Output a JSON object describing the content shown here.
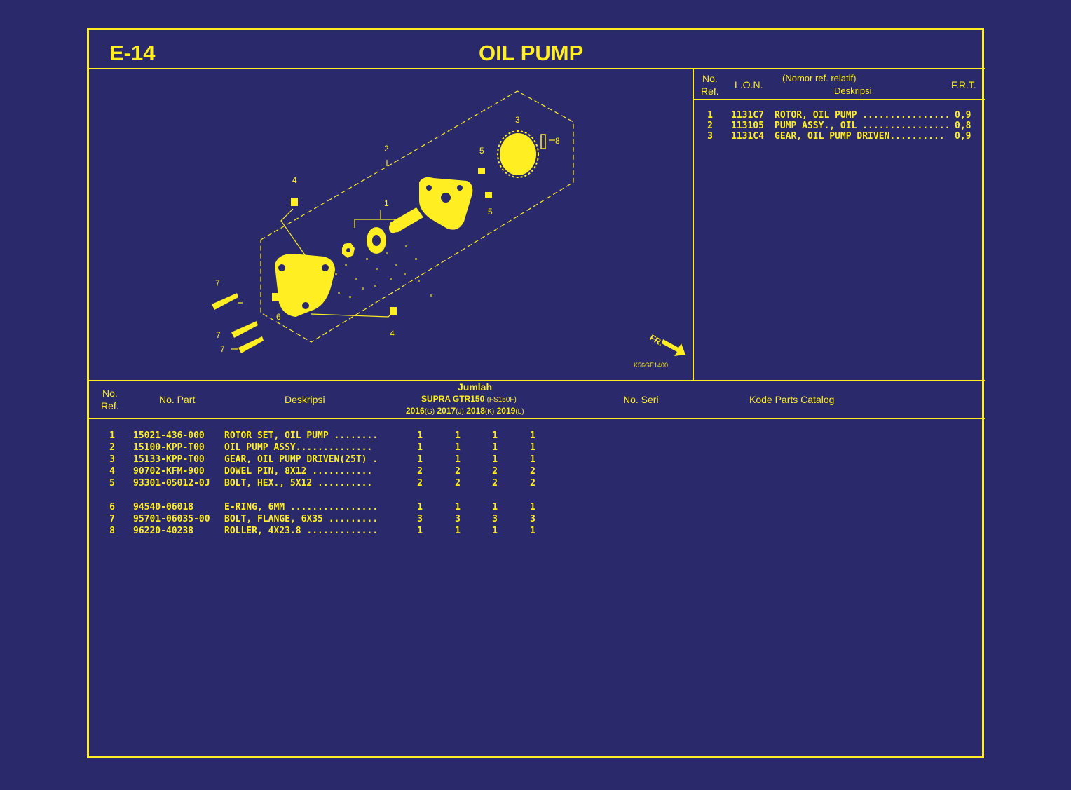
{
  "page": {
    "code": "E-14",
    "title": "OIL PUMP"
  },
  "right_table": {
    "headers": {
      "no": "No.",
      "ref": "Ref.",
      "lon": "L.O.N.",
      "nomor": "(Nomor ref. relatif)",
      "deskripsi": "Deskripsi",
      "frt": "F.R.T."
    },
    "rows": [
      {
        "ref": "1",
        "lon": "1131C7",
        "desc": "ROTOR, OIL PUMP ................",
        "frt": "0,9"
      },
      {
        "ref": "2",
        "lon": "113105",
        "desc": "PUMP ASSY., OIL ................",
        "frt": "0,8"
      },
      {
        "ref": "3",
        "lon": "1131C4",
        "desc": "GEAR, OIL PUMP DRIVEN..........",
        "frt": "0,9"
      }
    ]
  },
  "diagram": {
    "callouts": [
      "1",
      "2",
      "3",
      "4",
      "4",
      "5",
      "5",
      "6",
      "7",
      "7",
      "7",
      "8"
    ],
    "fr_label": "FR.",
    "drawing_code": "K56GE1400"
  },
  "main_table": {
    "headers": {
      "no": "No.",
      "ref": "Ref.",
      "part": "No. Part",
      "deskripsi": "Deskripsi",
      "jumlah": "Jumlah",
      "model": "SUPRA GTR150",
      "model_code": "(FS150F)",
      "years": [
        {
          "year": "2016",
          "code": "(G)"
        },
        {
          "year": "2017",
          "code": "(J)"
        },
        {
          "year": "2018",
          "code": "(K)"
        },
        {
          "year": "2019",
          "code": "(L)"
        }
      ],
      "seri": "No. Seri",
      "kode": "Kode Parts Catalog"
    },
    "rows": [
      {
        "ref": "1",
        "part": "15021-436-000",
        "desc": "ROTOR SET, OIL PUMP ........",
        "qty": [
          "1",
          "1",
          "1",
          "1"
        ]
      },
      {
        "ref": "2",
        "part": "15100-KPP-T00",
        "desc": "OIL PUMP ASSY..............",
        "qty": [
          "1",
          "1",
          "1",
          "1"
        ]
      },
      {
        "ref": "3",
        "part": "15133-KPP-T00",
        "desc": "GEAR, OIL PUMP DRIVEN(25T) .",
        "qty": [
          "1",
          "1",
          "1",
          "1"
        ]
      },
      {
        "ref": "4",
        "part": "90702-KFM-900",
        "desc": "DOWEL PIN, 8X12 ...........",
        "qty": [
          "2",
          "2",
          "2",
          "2"
        ]
      },
      {
        "ref": "5",
        "part": "93301-05012-0J",
        "desc": "BOLT, HEX., 5X12 ..........",
        "qty": [
          "2",
          "2",
          "2",
          "2"
        ]
      },
      {
        "ref": "6",
        "part": "94540-06018",
        "desc": "E-RING, 6MM ................",
        "qty": [
          "1",
          "1",
          "1",
          "1"
        ]
      },
      {
        "ref": "7",
        "part": "95701-06035-00",
        "desc": "BOLT, FLANGE, 6X35 .........",
        "qty": [
          "3",
          "3",
          "3",
          "3"
        ]
      },
      {
        "ref": "8",
        "part": "96220-40238",
        "desc": "ROLLER, 4X23.8 .............",
        "qty": [
          "1",
          "1",
          "1",
          "1"
        ]
      }
    ]
  },
  "colors": {
    "background": "#29296b",
    "ink": "#ffee22"
  }
}
